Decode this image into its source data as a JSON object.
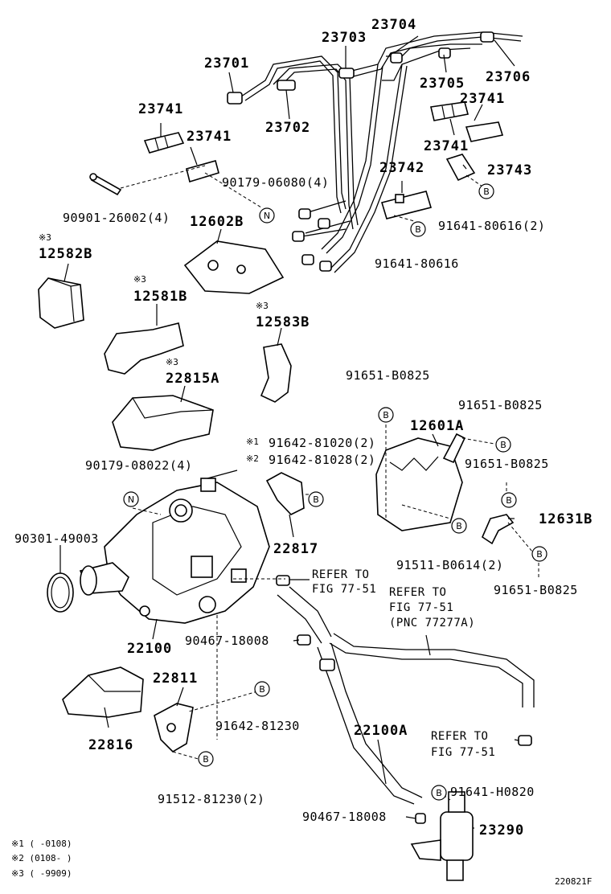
{
  "labels": {
    "p23704": "23704",
    "p23703": "23703",
    "p23701": "23701",
    "p23705": "23705",
    "p23706": "23706",
    "p23741a": "23741",
    "p23741b": "23741",
    "p23741c": "23741",
    "p23741d": "23741",
    "p23702": "23702",
    "p90179_06080": "90179-06080(4)",
    "p90901": "90901-26002(4)",
    "p12602B": "12602B",
    "p23742": "23742",
    "p23743": "23743",
    "p91641_80616_2": "91641-80616(2)",
    "p91641_80616": "91641-80616",
    "p12582B": "12582B",
    "p12581B": "12581B",
    "p12583B": "12583B",
    "p22815A": "22815A",
    "p91651_B0825a": "91651-B0825",
    "p91651_B0825b": "91651-B0825",
    "p91651_B0825c": "91651-B0825",
    "p91651_B0825d": "91651-B0825",
    "p12601A": "12601A",
    "p91642_81020": "91642-81020(2)",
    "p91642_81028": "91642-81028(2)",
    "p90179_08022": "90179-08022(4)",
    "p90301": "90301-49003",
    "p22817": "22817",
    "p12631B": "12631B",
    "p91511": "91511-B0614(2)",
    "p22100": "22100",
    "p90467a": "90467-18008",
    "p90467b": "90467-18008",
    "p22811": "22811",
    "p22816": "22816",
    "p91642_81230": "91642-81230",
    "p22100A": "22100A",
    "p91512": "91512-81230(2)",
    "p91641_H0820": "91641-H0820",
    "p23290": "23290",
    "ref1_a": "REFER TO",
    "ref1_b": "FIG 77-51",
    "ref2_a": "REFER TO",
    "ref2_b": "FIG 77-51",
    "ref2_c": "(PNC 77277A)",
    "ref3_a": "REFER TO",
    "ref3_b": "FIG 77-51",
    "mark3a": "※3",
    "mark3b": "※3",
    "mark3c": "※3",
    "mark3d": "※3",
    "mark1": "※1",
    "mark2": "※2",
    "circle_N": "N",
    "circle_B": "B"
  },
  "notes": [
    "※1 (      -0108)",
    "※2 (0108-      )",
    "※3 (      -9909)"
  ],
  "figure_code": "220821F"
}
